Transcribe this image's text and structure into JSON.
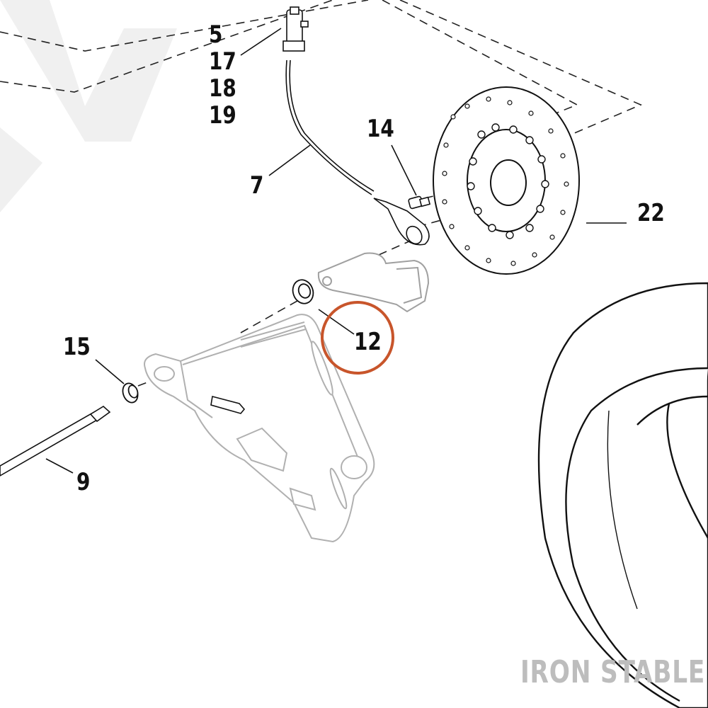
{
  "diagram": {
    "callouts": {
      "c5": "5",
      "c17": "17",
      "c18": "18",
      "c19": "19",
      "c7": "7",
      "c14": "14",
      "c22": "22",
      "c12": "12",
      "c15": "15",
      "c9": "9"
    },
    "highlighted_callout": "12",
    "highlight_color": "#c8552b",
    "watermark": "IRON STABLE"
  }
}
